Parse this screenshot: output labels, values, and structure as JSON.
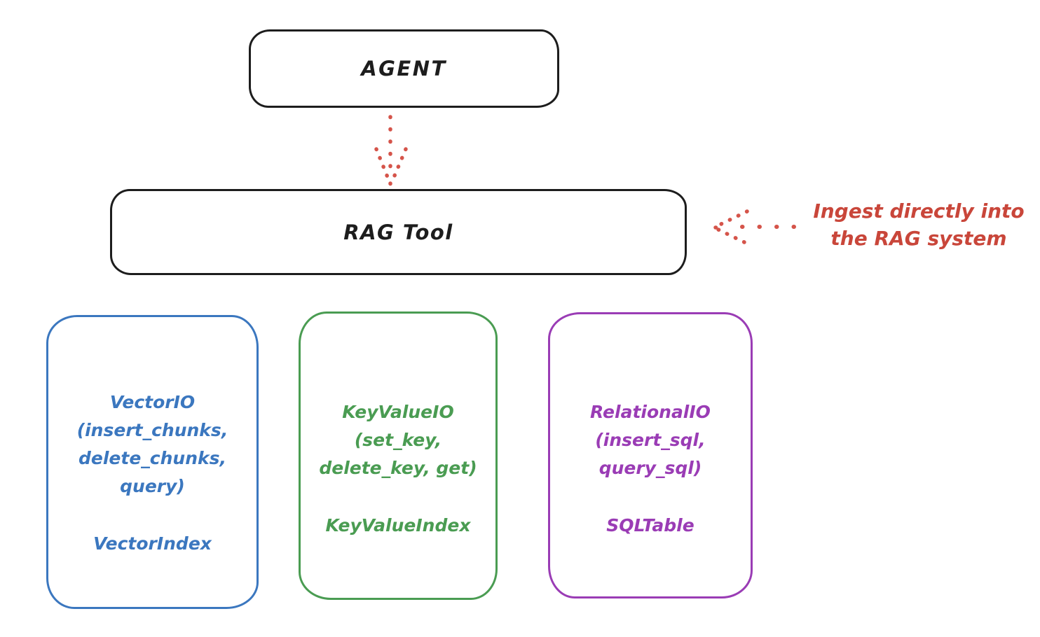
{
  "nodes": {
    "agent": {
      "label": "AGENT"
    },
    "rag_tool": {
      "label": "RAG Tool"
    }
  },
  "annotation": {
    "line1": "Ingest directly into",
    "line2": "the RAG system"
  },
  "backends": {
    "vector": {
      "title_lines": [
        "VectorIO",
        "(insert_chunks,",
        "delete_chunks,",
        "query)"
      ],
      "index_label": "VectorIndex",
      "color": "#3b77bf"
    },
    "keyvalue": {
      "title_lines": [
        "KeyValueIO",
        "(set_key,",
        "delete_key, get)"
      ],
      "index_label": "KeyValueIndex",
      "color": "#4a9c52"
    },
    "relational": {
      "title_lines": [
        "RelationalIO",
        "(insert_sql,",
        "query_sql)"
      ],
      "index_label": "SQLTable",
      "color": "#9a3cb5"
    }
  },
  "colors": {
    "stroke": "#1d1d1d",
    "arrow": "#d5544a",
    "annotation_text": "#c9463a",
    "background": "#ffffff"
  }
}
